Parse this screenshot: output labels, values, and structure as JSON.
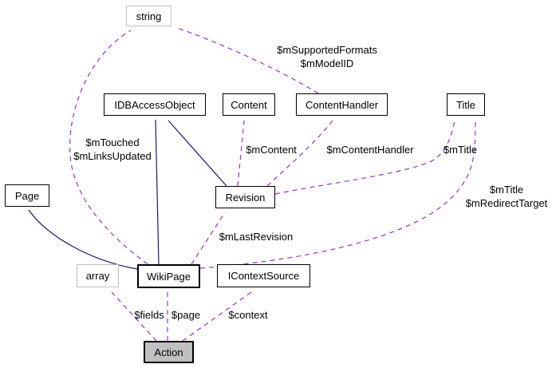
{
  "diagram": {
    "type": "collaboration-graph",
    "colors": {
      "background": "#ffffff",
      "association_edge": "#9a32cd",
      "inheritance_edge": "#191970",
      "node_border": "#000000",
      "external_node_border": "#c0c0c0",
      "node_fill": "#ffffff",
      "focus_node_fill": "#c0c0c0",
      "text": "#000000"
    },
    "nodes": [
      {
        "id": "string",
        "label": "string",
        "kind": "external"
      },
      {
        "id": "IDBAccessObject",
        "label": "IDBAccessObject",
        "kind": "class"
      },
      {
        "id": "Content",
        "label": "Content",
        "kind": "class"
      },
      {
        "id": "ContentHandler",
        "label": "ContentHandler",
        "kind": "class"
      },
      {
        "id": "Title",
        "label": "Title",
        "kind": "class"
      },
      {
        "id": "Page",
        "label": "Page",
        "kind": "class"
      },
      {
        "id": "Revision",
        "label": "Revision",
        "kind": "class"
      },
      {
        "id": "array",
        "label": "array",
        "kind": "external"
      },
      {
        "id": "WikiPage",
        "label": "WikiPage",
        "kind": "class-emphasized"
      },
      {
        "id": "IContextSource",
        "label": "IContextSource",
        "kind": "class"
      },
      {
        "id": "Action",
        "label": "Action",
        "kind": "focus"
      }
    ],
    "edge_labels": [
      {
        "id": "supported-formats",
        "lines": [
          "$mSupportedFormats",
          "$mModelID"
        ]
      },
      {
        "id": "touched",
        "lines": [
          "$mTouched",
          "$mLinksUpdated"
        ]
      },
      {
        "id": "content",
        "lines": [
          "$mContent"
        ]
      },
      {
        "id": "content-handler",
        "lines": [
          "$mContentHandler"
        ]
      },
      {
        "id": "title",
        "lines": [
          "$mTitle"
        ]
      },
      {
        "id": "title-redirect",
        "lines": [
          "$mTitle",
          "$mRedirectTarget"
        ]
      },
      {
        "id": "last-revision",
        "lines": [
          "$mLastRevision"
        ]
      },
      {
        "id": "fields",
        "lines": [
          "$fields"
        ]
      },
      {
        "id": "page",
        "lines": [
          "$page"
        ]
      },
      {
        "id": "context",
        "lines": [
          "$context"
        ]
      }
    ],
    "edges": [
      {
        "from": "WikiPage",
        "to": "string",
        "label": "$mTouched $mLinksUpdated",
        "style": "dashed-association"
      },
      {
        "from": "ContentHandler",
        "to": "string",
        "label": "$mSupportedFormats $mModelID",
        "style": "dashed-association"
      },
      {
        "from": "Revision",
        "to": "Content",
        "label": "$mContent",
        "style": "dashed-association"
      },
      {
        "from": "Revision",
        "to": "ContentHandler",
        "label": "$mContentHandler",
        "style": "dashed-association"
      },
      {
        "from": "Revision",
        "to": "Title",
        "label": "$mTitle",
        "style": "dashed-association"
      },
      {
        "from": "WikiPage",
        "to": "Title",
        "label": "$mTitle $mRedirectTarget",
        "style": "dashed-association"
      },
      {
        "from": "WikiPage",
        "to": "Revision",
        "label": "$mLastRevision",
        "style": "dashed-association"
      },
      {
        "from": "WikiPage",
        "to": "Page",
        "label": "",
        "style": "solid-inheritance"
      },
      {
        "from": "WikiPage",
        "to": "IDBAccessObject",
        "label": "",
        "style": "solid-inheritance"
      },
      {
        "from": "Revision",
        "to": "IDBAccessObject",
        "label": "",
        "style": "solid-inheritance"
      },
      {
        "from": "Action",
        "to": "array",
        "label": "$fields",
        "style": "dashed-association"
      },
      {
        "from": "Action",
        "to": "WikiPage",
        "label": "$page",
        "style": "dashed-association"
      },
      {
        "from": "Action",
        "to": "IContextSource",
        "label": "$context",
        "style": "dashed-association"
      }
    ]
  }
}
